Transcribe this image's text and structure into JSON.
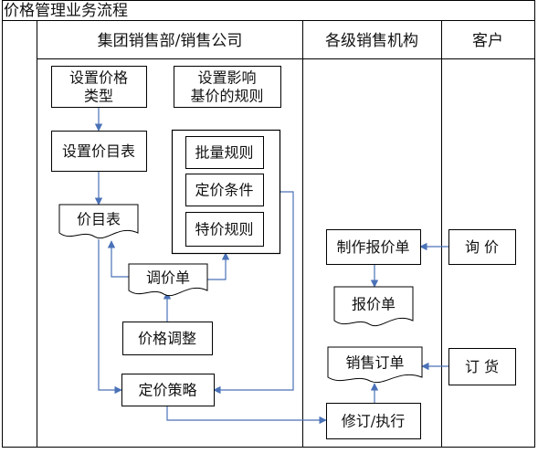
{
  "title": "价格管理业务流程",
  "lanes": [
    {
      "id": "group",
      "label": "集团销售部/销售公司"
    },
    {
      "id": "agency",
      "label": "各级销售机构"
    },
    {
      "id": "customer",
      "label": "客户"
    }
  ],
  "nodes": [
    {
      "id": "set-price-type",
      "lines": [
        "设置价格",
        "类型"
      ],
      "shape": "process"
    },
    {
      "id": "set-base-rules",
      "lines": [
        "设置影响",
        "基价的规则"
      ],
      "shape": "process"
    },
    {
      "id": "set-price-list",
      "lines": [
        "设置价目表"
      ],
      "shape": "process"
    },
    {
      "id": "rules-group",
      "lines": [],
      "shape": "container"
    },
    {
      "id": "batch-rules",
      "lines": [
        "批量规则"
      ],
      "shape": "process"
    },
    {
      "id": "pricing-conditions",
      "lines": [
        "定价条件"
      ],
      "shape": "process"
    },
    {
      "id": "special-price-rules",
      "lines": [
        "特价规则"
      ],
      "shape": "process"
    },
    {
      "id": "price-list-doc",
      "lines": [
        "价目表"
      ],
      "shape": "document"
    },
    {
      "id": "price-adjust-doc",
      "lines": [
        "调价单"
      ],
      "shape": "document"
    },
    {
      "id": "price-adjustment",
      "lines": [
        "价格调整"
      ],
      "shape": "process"
    },
    {
      "id": "pricing-strategy",
      "lines": [
        "定价策略"
      ],
      "shape": "process"
    },
    {
      "id": "make-quote",
      "lines": [
        "制作报价单"
      ],
      "shape": "process"
    },
    {
      "id": "quote-doc",
      "lines": [
        "报价单"
      ],
      "shape": "document"
    },
    {
      "id": "sales-order-doc",
      "lines": [
        "销售订单"
      ],
      "shape": "document"
    },
    {
      "id": "revise-execute",
      "lines": [
        "修订/执行"
      ],
      "shape": "process"
    },
    {
      "id": "inquiry",
      "lines": [
        "询  价"
      ],
      "shape": "process"
    },
    {
      "id": "place-order",
      "lines": [
        "订  货"
      ],
      "shape": "process"
    }
  ],
  "edges": [
    {
      "from": "set-price-type",
      "to": "set-price-list"
    },
    {
      "from": "set-price-list",
      "to": "price-list-doc"
    },
    {
      "from": "price-adjustment",
      "to": "price-adjust-doc"
    },
    {
      "from": "price-adjust-doc",
      "to": "price-list-doc"
    },
    {
      "from": "price-adjust-doc",
      "to": "rules-group"
    },
    {
      "from": "price-list-doc",
      "to": "pricing-strategy"
    },
    {
      "from": "rules-group",
      "to": "pricing-strategy"
    },
    {
      "from": "pricing-strategy",
      "to": "revise-execute"
    },
    {
      "from": "inquiry",
      "to": "make-quote"
    },
    {
      "from": "make-quote",
      "to": "quote-doc"
    },
    {
      "from": "place-order",
      "to": "sales-order-doc"
    },
    {
      "from": "revise-execute",
      "to": "sales-order-doc"
    }
  ],
  "colors": {
    "border": "#000000",
    "arrow": "#4a72b8",
    "lane_header_bg": "#ffffff",
    "title_bg": "#ffffff",
    "stripe_bg": "#ffffff"
  }
}
